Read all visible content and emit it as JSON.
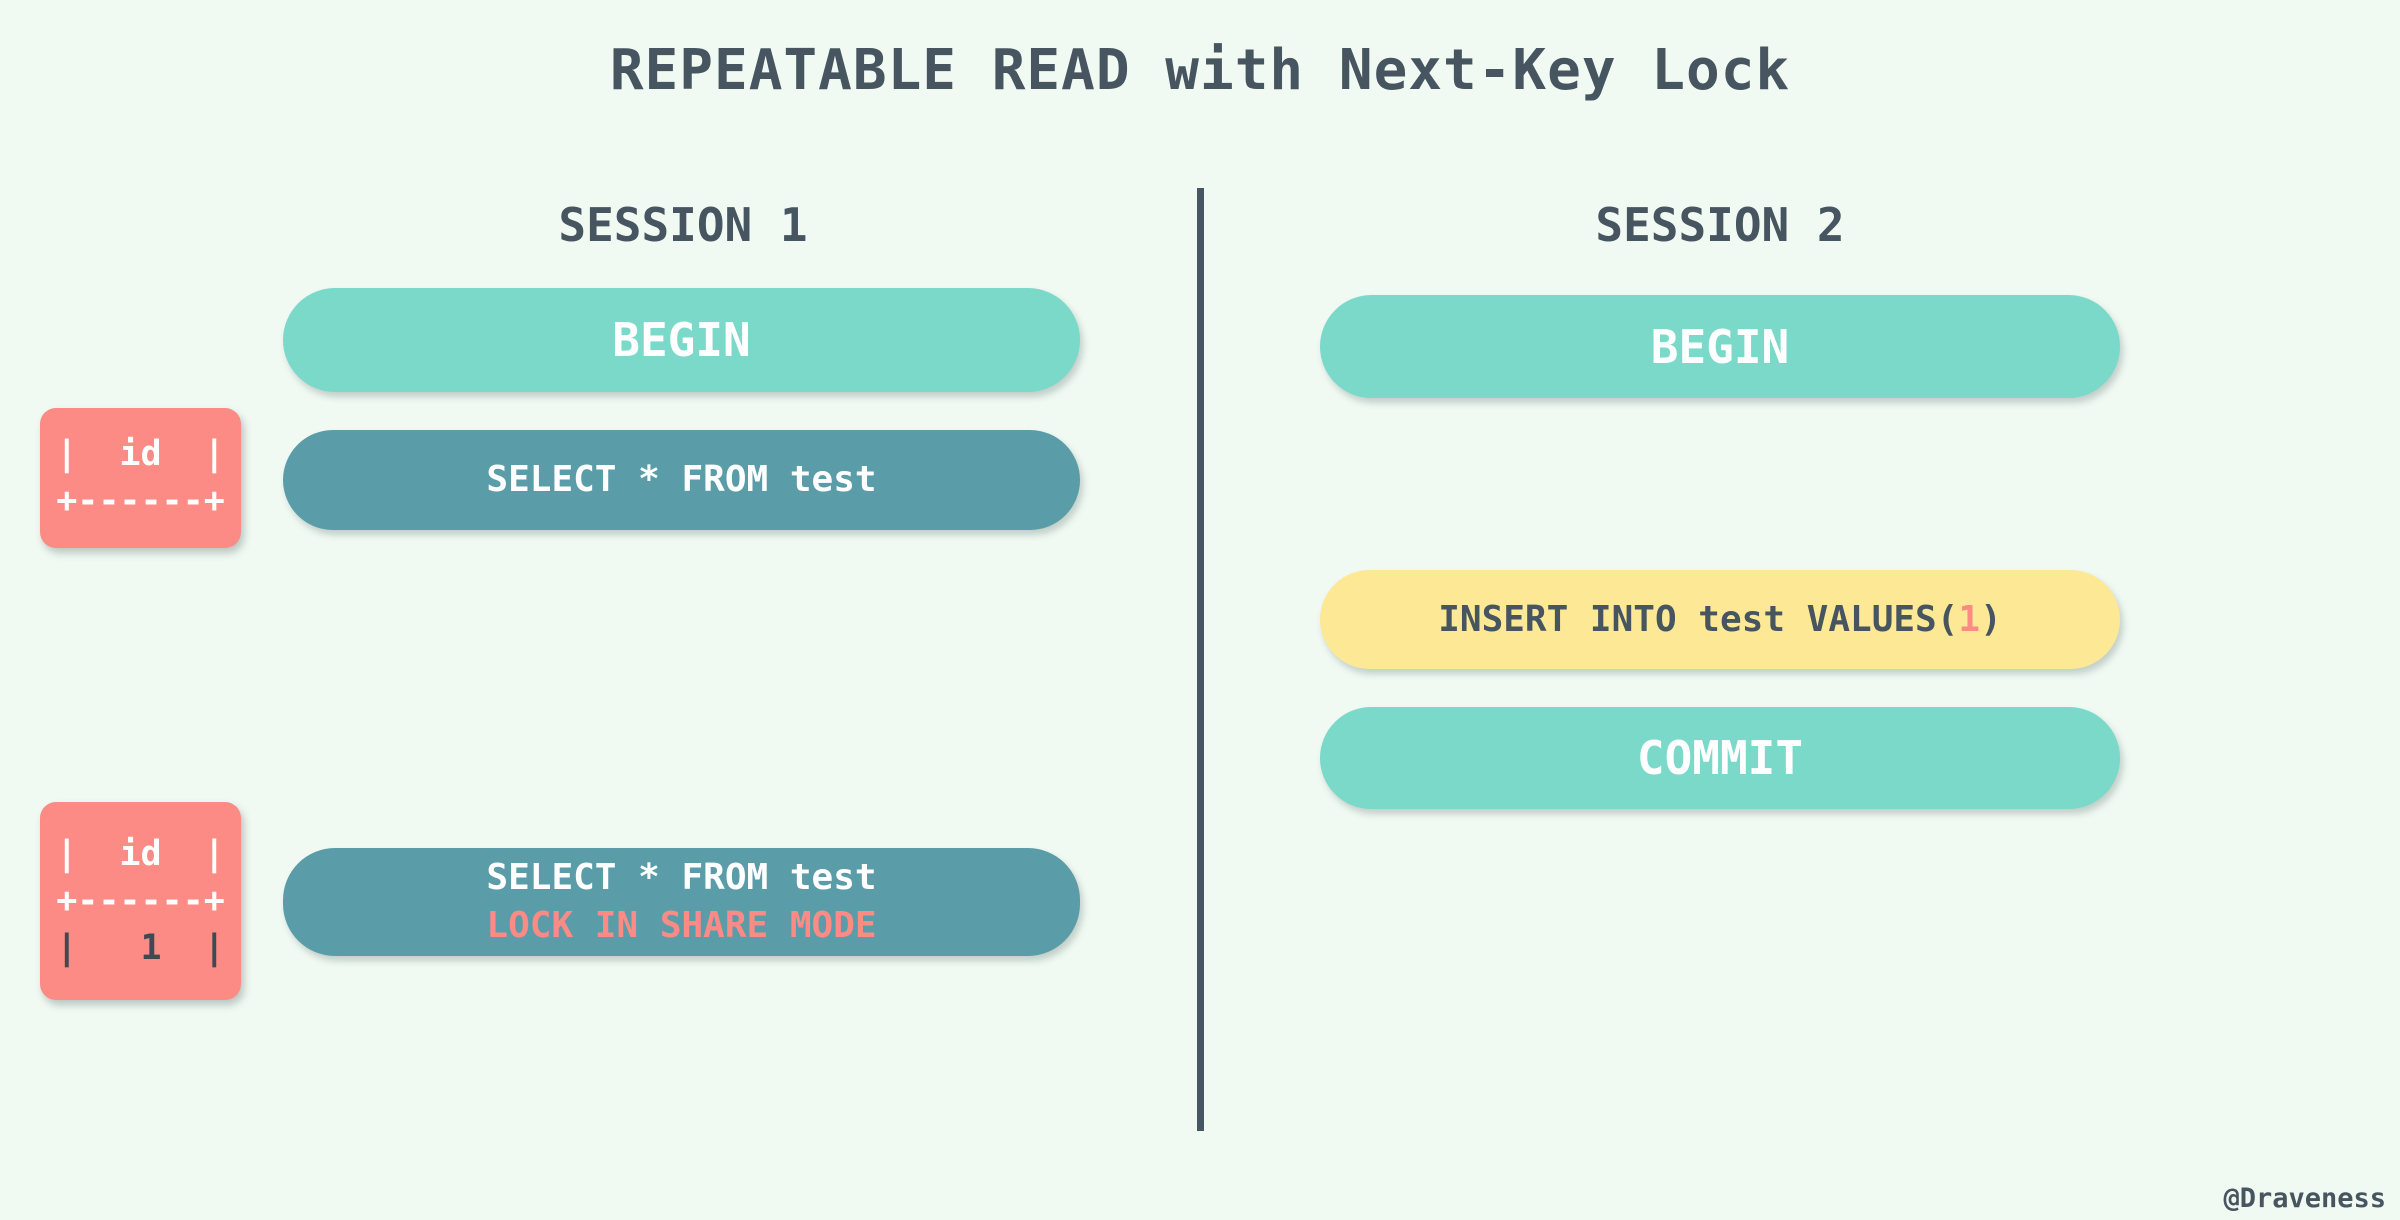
{
  "title": "REPEATABLE READ with Next-Key Lock",
  "credit": "@Draveness",
  "colors": {
    "background": "#f0faf3",
    "teal": "#7ad9c8",
    "steel_blue": "#5a9da9",
    "yellow": "#fde895",
    "salmon": "#fc8a85",
    "dark_slate": "#46555f",
    "divider": "#475663"
  },
  "session1": {
    "label": "SESSION 1",
    "begin": "BEGIN",
    "select1": "SELECT * FROM test",
    "select2_line1": "SELECT * FROM test",
    "select2_line2": "LOCK IN SHARE MODE",
    "table_before": {
      "header": "|  id  |",
      "separator": "+------+"
    },
    "table_after": {
      "header": "|  id  |",
      "separator": "+------+",
      "row": "|   1  |"
    }
  },
  "session2": {
    "label": "SESSION 2",
    "begin": "BEGIN",
    "insert_prefix": "INSERT INTO test VALUES(",
    "insert_value": "1",
    "insert_suffix": ")",
    "commit": "COMMIT"
  }
}
